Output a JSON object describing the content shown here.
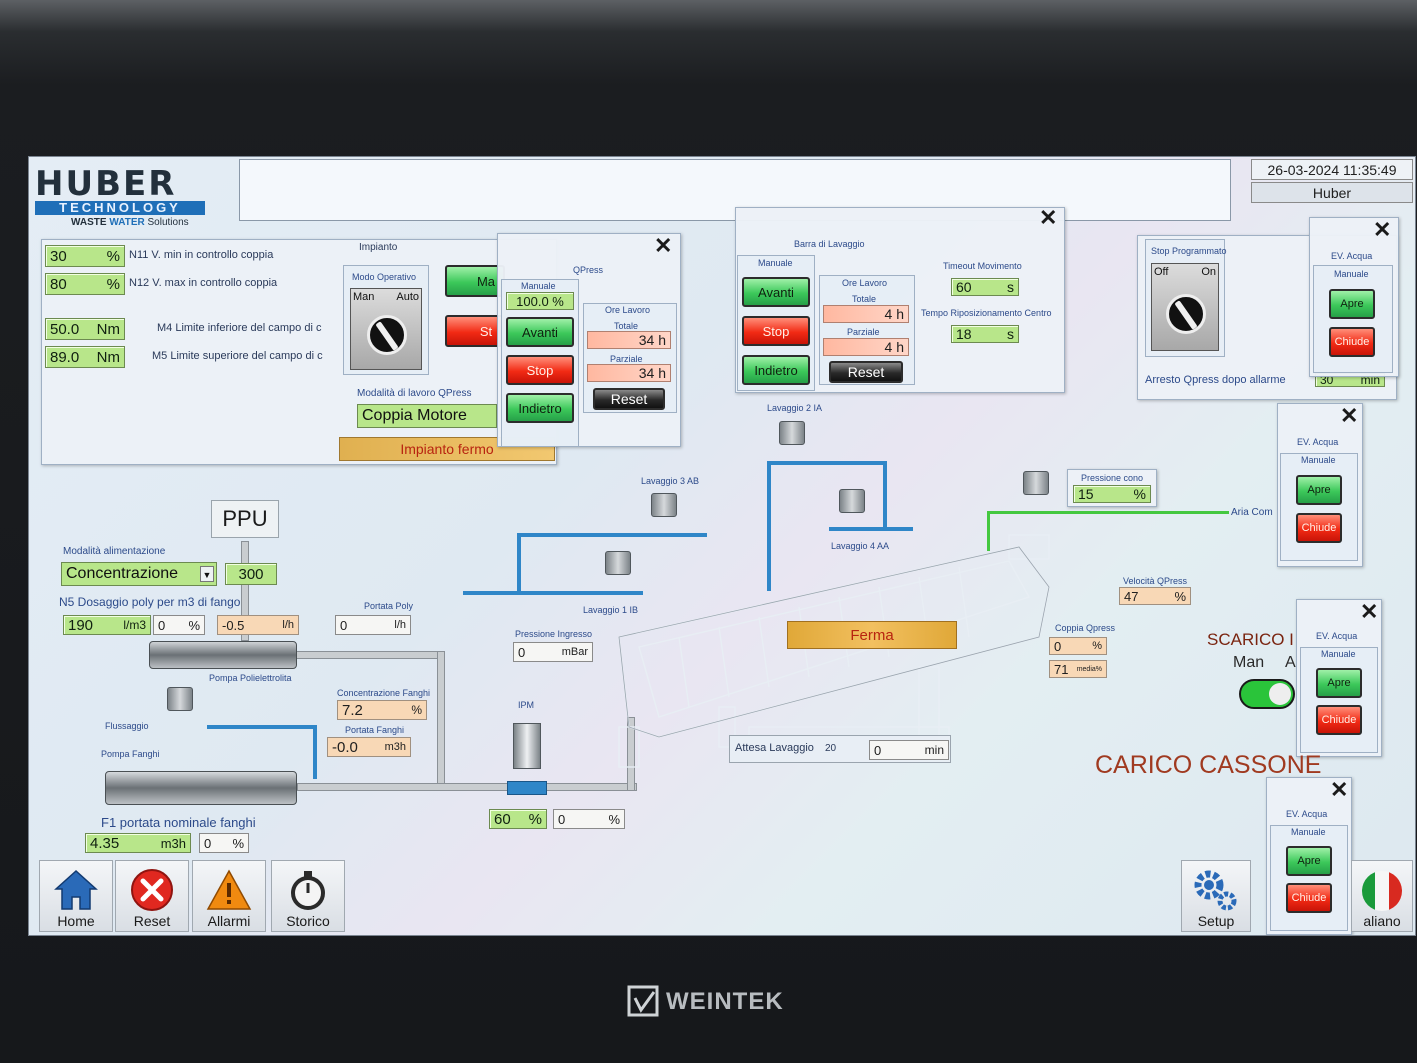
{
  "header": {
    "logo_main": "HUBER",
    "logo_sub": "TECHNOLOGY",
    "logo_tag_a": "WASTE",
    "logo_tag_b": "WATER",
    "logo_tag_c": "Solutions",
    "datetime": "26-03-2024 11:35:49",
    "user": "Huber"
  },
  "params": {
    "n11_value": "30",
    "n11_unit": "%",
    "n11_label": "N11 V. min in controllo coppia",
    "n12_value": "80",
    "n12_unit": "%",
    "n12_label": "N12 V. max in controllo coppia",
    "m4_value": "50.0",
    "m4_unit": "Nm",
    "m4_label": "M4 Limite inferiore del campo di c",
    "m5_value": "89.0",
    "m5_unit": "Nm",
    "m5_label": "M5 Limite superiore del campo di c"
  },
  "impianto": {
    "title": "Impianto",
    "modo_label": "Modo Operativo",
    "man": "Man",
    "auto": "Auto",
    "btn_man_partial": "Ma",
    "btn_st_partial": "St",
    "modalita_label": "Modalità di lavoro QPress",
    "modalita_value": "Coppia Motore",
    "status": "Impianto fermo"
  },
  "qpress_popup": {
    "title": "QPress",
    "manuale": "Manuale",
    "speed": "100.0 %",
    "avanti": "Avanti",
    "stop": "Stop",
    "indietro": "Indietro",
    "ore_lavoro": "Ore Lavoro",
    "totale": "Totale",
    "totale_val": "34 h",
    "parziale": "Parziale",
    "parziale_val": "34 h",
    "reset": "Reset"
  },
  "barra_popup": {
    "title": "Barra di Lavaggio",
    "manuale": "Manuale",
    "avanti": "Avanti",
    "stop": "Stop",
    "indietro": "Indietro",
    "ore_lavoro": "Ore Lavoro",
    "totale": "Totale",
    "totale_val": "4 h",
    "parziale": "Parziale",
    "parziale_val": "4 h",
    "reset": "Reset",
    "timeout_label": "Timeout Movimento",
    "timeout_val": "60",
    "timeout_unit": "s",
    "tempo_label": "Tempo Riposizionamento Centro",
    "tempo_val": "18",
    "tempo_unit": "s"
  },
  "stop_prog": {
    "title": "Stop Programmato",
    "off": "Off",
    "on": "On",
    "label": "Arresto Qpress dopo allarme",
    "partial_value": "30",
    "partial_unit": "min"
  },
  "ev_popups": [
    {
      "title": "EV. Acqua",
      "manuale": "Manuale",
      "apre": "Apre",
      "chiude": "Chiude"
    },
    {
      "title": "EV. Acqua",
      "manuale": "Manuale",
      "apre": "Apre",
      "chiude": "Chiude"
    },
    {
      "title": "EV. Acqua",
      "manuale": "Manuale",
      "apre": "Apre",
      "chiude": "Chiude"
    },
    {
      "title": "EV. Acqua",
      "manuale": "Manuale",
      "apre": "Apre",
      "chiude": "Chiude"
    }
  ],
  "process": {
    "ppu": "PPU",
    "alim_label": "Modalità alimentazione",
    "alim_value": "Concentrazione",
    "alim_num": "300",
    "n5_label": "N5 Dosaggio poly per m3 di fango",
    "n5_value": "190",
    "n5_unit": "l/m3",
    "n5_pct": "0",
    "n5_pct_unit": "%",
    "n5_lh": "-0.5",
    "n5_lh_unit": "l/h",
    "portata_poly_label": "Portata Poly",
    "portata_poly_val": "0",
    "portata_poly_unit": "l/h",
    "pompa_poly": "Pompa Polielettrolita",
    "flussaggio": "Flussaggio",
    "pompa_fanghi": "Pompa Fanghi",
    "conc_label": "Concentrazione Fanghi",
    "conc_val": "7.2",
    "conc_unit": "%",
    "portata_fanghi_label": "Portata Fanghi",
    "portata_fanghi_val": "-0.0",
    "portata_fanghi_unit": "m3h",
    "f1_label": "F1 portata nominale fanghi",
    "f1_val": "4.35",
    "f1_unit": "m3h",
    "f1_pct": "0",
    "f1_pct_unit": "%",
    "ipm": "IPM",
    "ipm_pct": "60",
    "ipm_pct_unit": "%",
    "ipm_out": "0",
    "ipm_out_unit": "%",
    "press_in_label": "Pressione Ingresso",
    "press_in_val": "0",
    "press_in_unit": "mBar",
    "lav1": "Lavaggio 1 IB",
    "lav2": "Lavaggio 2 IA",
    "lav3": "Lavaggio 3 AB",
    "lav4": "Lavaggio 4 AA",
    "ferma": "Ferma",
    "attesa_label": "Attesa Lavaggio",
    "attesa_num": "20",
    "attesa_val": "0",
    "attesa_unit": "min",
    "press_cono_label": "Pressione cono",
    "press_cono_val": "15",
    "press_cono_unit": "%",
    "aria": "Aria Com",
    "vel_label": "Velocità QPress",
    "vel_val": "47",
    "vel_unit": "%",
    "coppia_label": "Coppia Qpress",
    "coppia_val": "0",
    "coppia_unit": "%",
    "coppia_val2": "71",
    "coppia_unit2": "media%",
    "scarico": "SCARICO I",
    "scarico_man": "Man",
    "scarico_a": "A",
    "carico": "CARICO CASSONE"
  },
  "nav": {
    "home": "Home",
    "reset": "Reset",
    "allarmi": "Allarmi",
    "storico": "Storico",
    "setup": "Setup",
    "lang": "aliano"
  },
  "brand": "WEINTEK",
  "colors": {
    "ok_green": "#b8e68a",
    "btn_green": "#3cc85a",
    "btn_red": "#f22a14",
    "status_orange": "#f0a83a",
    "pipe_blue": "#2f86c8"
  }
}
